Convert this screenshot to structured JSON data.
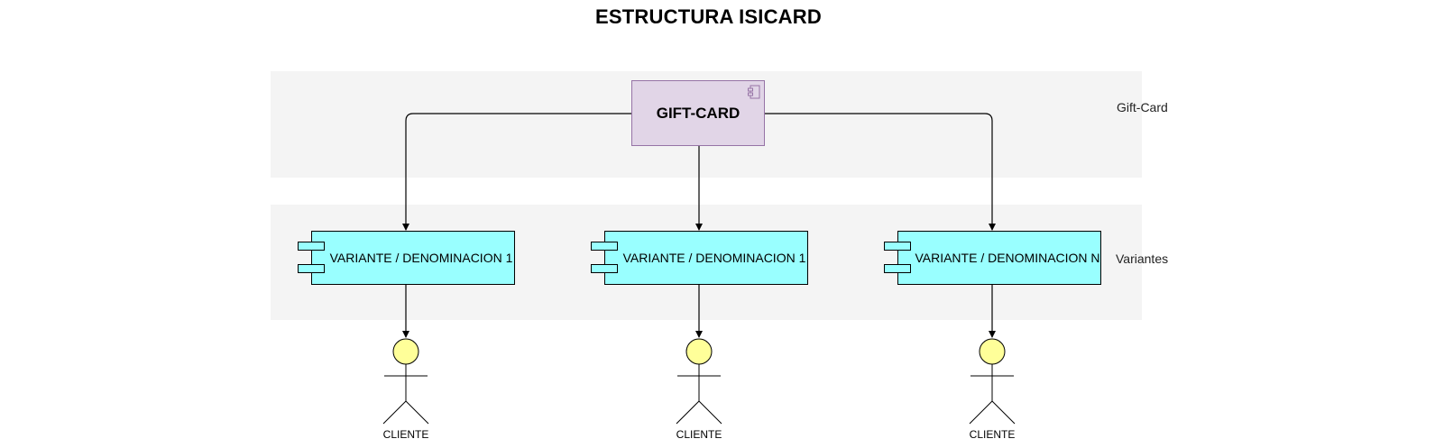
{
  "title": "ESTRUCTURA ISICARD",
  "lanes": {
    "top_label": "Gift-Card",
    "bottom_label": "Variantes"
  },
  "giftcard": {
    "label": "GIFT-CARD",
    "icon": "component-icon"
  },
  "variants": [
    {
      "label": "VARIANTE / DENOMINACION 1"
    },
    {
      "label": "VARIANTE / DENOMINACION 1"
    },
    {
      "label": "VARIANTE / DENOMINACION N"
    }
  ],
  "actors": [
    {
      "label": "CLIENTE"
    },
    {
      "label": "CLIENTE"
    },
    {
      "label": "CLIENTE"
    }
  ],
  "colors": {
    "lane_bg": "#f4f4f4",
    "giftcard_fill": "#e1d5e7",
    "giftcard_stroke": "#9673a6",
    "variant_fill": "#99ffff",
    "actor_head_fill": "#ffff99"
  }
}
